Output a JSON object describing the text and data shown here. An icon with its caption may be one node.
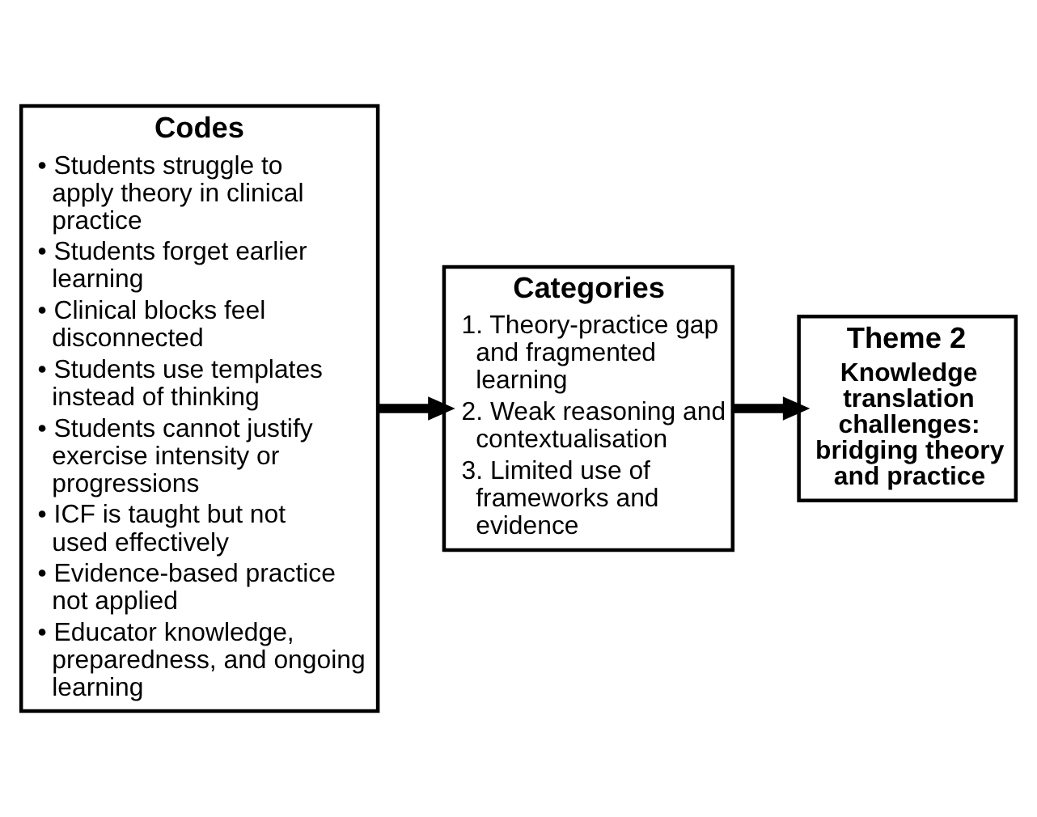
{
  "diagram": {
    "nodes": [
      {
        "text": [
          "Codes",
          "• Students struggle to apply theory in clinical practice",
          "• Students forget earlier learning",
          "• Clinical blocks feel disconnected",
          "• Students use templates instead of thinking",
          "• Students cannot justify exercise intensity or progressions",
          "• ICF is taught but not used effectively",
          "• Evidence-based practice not applied",
          "• Educator knowledge, preparedness, and ongoing learning"
        ]
      },
      {
        "text": [
          "Categories",
          "1. Theory-practice gap and fragmented learning",
          "2. Weak reasoning and contextualisation",
          "3. Limited use of frameworks and evidence"
        ]
      },
      {
        "text": [
          "Theme 2",
          "Knowledge translation challenges: bridging theory and practice"
        ]
      }
    ],
    "edges": [
      {
        "from": 0,
        "to": 1,
        "arrow": "to"
      },
      {
        "from": 1,
        "to": 2,
        "arrow": "to"
      }
    ]
  }
}
